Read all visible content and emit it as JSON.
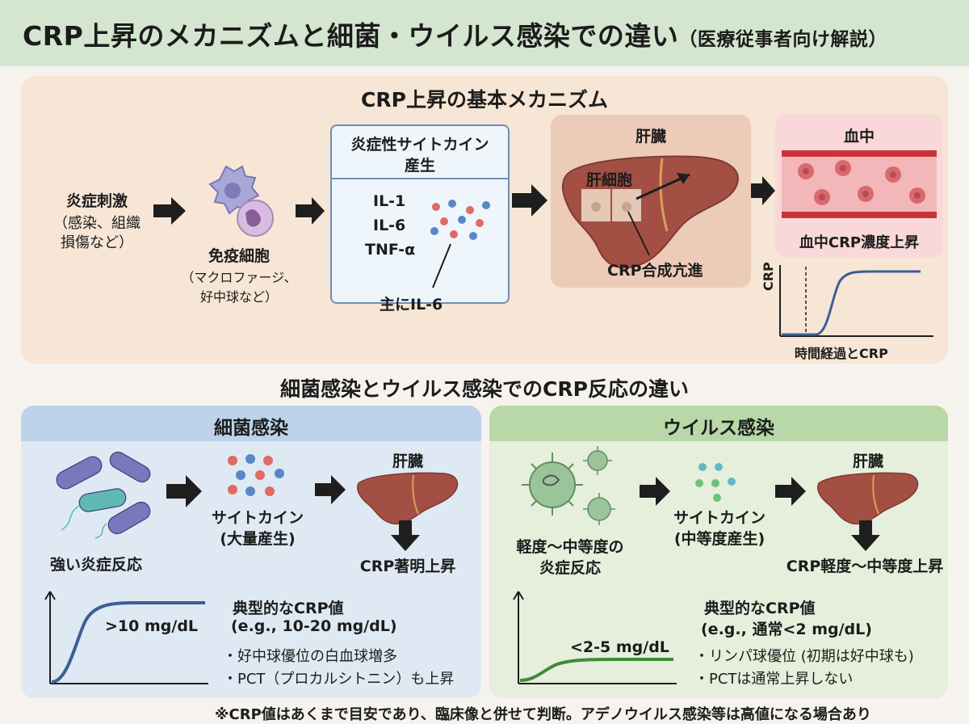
{
  "title": "CRP上昇のメカニズムと細菌・ウイルス感染での違い",
  "title_sub": "（医療従事者向け解説）",
  "mechanism": {
    "heading": "CRP上昇の基本メカニズム",
    "stimulus_line1": "炎症刺激",
    "stimulus_line2": "（感染、組織",
    "stimulus_line3": "損傷など）",
    "immune_label": "免疫細胞",
    "immune_sub1": "（マクロファージ、",
    "immune_sub2": "好中球など）",
    "cytokine_head1": "炎症性サイトカイン",
    "cytokine_head2": "産生",
    "il1": "IL-1",
    "il6": "IL-6",
    "tnf": "TNF-α",
    "main_il6": "主にIL-6",
    "liver_label": "肝臓",
    "hepatocyte_label": "肝細胞",
    "crp_synthesis": "CRP合成亢進",
    "blood_label": "血中",
    "blood_crp": "血中CRP濃度上昇",
    "graph_ylabel": "CRP",
    "graph_caption": "時間経過とCRP"
  },
  "comparison_heading": "細菌感染とウイルス感染でのCRP反応の違い",
  "bacterial": {
    "heading": "細菌感染",
    "inflammation": "強い炎症反応",
    "cytokine1": "サイトカイン",
    "cytokine2": "(大量産生)",
    "liver": "肝臓",
    "result": "CRP著明上昇",
    "graph_label": ">10 mg/dL",
    "typical_head": "典型的なCRP値",
    "typical_value": "(e.g., 10-20 mg/dL)",
    "bullet1": "・好中球優位の白血球増多",
    "bullet2": "・PCT（プロカルシトニン）も上昇"
  },
  "viral": {
    "heading": "ウイルス感染",
    "inflammation1": "軽度〜中等度の",
    "inflammation2": "炎症反応",
    "cytokine1": "サイトカイン",
    "cytokine2": "(中等度産生)",
    "liver": "肝臓",
    "result": "CRP軽度〜中等度上昇",
    "graph_label": "<2-5 mg/dL",
    "typical_head": "典型的なCRP値",
    "typical_value": "(e.g., 通常<2 mg/dL)",
    "bullet1": "・リンパ球優位 (初期は好中球も)",
    "bullet2": "・PCTは通常上昇しない"
  },
  "footnote": "※CRP値はあくまで目安であり、臨床像と併せて判断。アデノウイルス感染等は高値になる場合あり",
  "colors": {
    "liver": "#a34f44",
    "liver_dark": "#7f3a33",
    "bacteria_purple": "#6f6fae",
    "bacteria_teal": "#5fb8b4",
    "virus_green": "#7fae80",
    "curve_blue": "#3c5f95",
    "curve_green": "#3f8a3a",
    "dot_red": "#e06a64",
    "dot_blue": "#5a86c6",
    "dot_green": "#6cc27c",
    "dot_teal": "#66b7c4"
  },
  "icons": [
    "arrow-right-icon",
    "arrow-down-icon",
    "immune-cell-icon",
    "liver-icon",
    "blood-vessel-icon",
    "bacteria-icon",
    "virus-icon",
    "cytokine-dots-icon"
  ]
}
